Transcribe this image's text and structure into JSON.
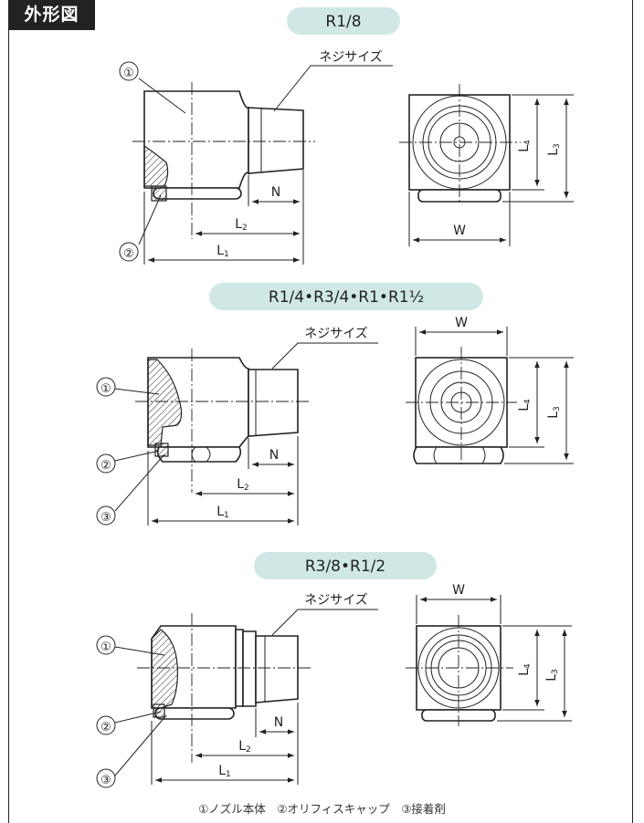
{
  "header": {
    "title": "外形図"
  },
  "sections": [
    {
      "label": "R1/8"
    },
    {
      "label": "R1/4•R3/4•R1•R1½"
    },
    {
      "label": "R3/8•R1/2"
    }
  ],
  "labels": {
    "thread_size": "ネジサイズ",
    "n": "N",
    "l": "L",
    "w": "W",
    "sub1": "1",
    "sub2": "2",
    "sub3": "3",
    "sub4": "4",
    "c1": "①",
    "c2": "②",
    "c3": "③"
  },
  "legend": {
    "text": "①ノズル本体　②オリフィスキャップ　③接着剤"
  }
}
